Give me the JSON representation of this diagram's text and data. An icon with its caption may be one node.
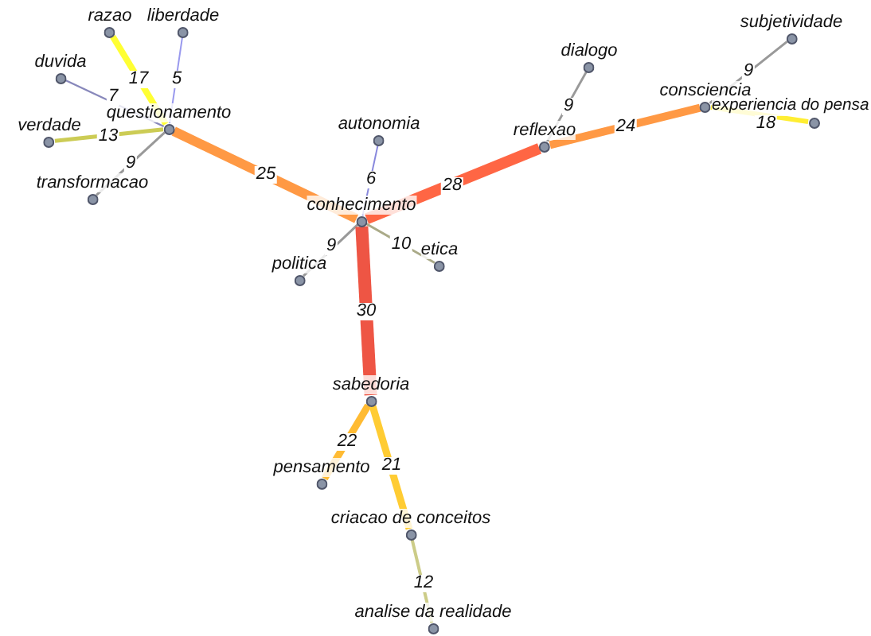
{
  "diagram": {
    "nodes": [
      {
        "text": [
          "razao"
        ]
      },
      {
        "text": [
          "liberdade"
        ]
      },
      {
        "text": [
          "subjetividade"
        ]
      },
      {
        "text": [
          "dialogo"
        ]
      },
      {
        "text": [
          "duvida"
        ]
      },
      {
        "text": [
          "consciencia"
        ]
      },
      {
        "text": [
          "experiencia do pensa"
        ]
      },
      {
        "text": [
          "questionamento"
        ]
      },
      {
        "text": [
          "autonomia"
        ]
      },
      {
        "text": [
          "verdade"
        ]
      },
      {
        "text": [
          "reflexao"
        ]
      },
      {
        "text": [
          "transformacao"
        ]
      },
      {
        "text": [
          "conhecimento"
        ]
      },
      {
        "text": [
          "etica"
        ]
      },
      {
        "text": [
          "politica"
        ]
      },
      {
        "text": [
          "sabedoria"
        ]
      },
      {
        "text": [
          "pensamento"
        ]
      },
      {
        "text": [
          "criacao de conceitos"
        ]
      },
      {
        "text": [
          "analise da realidade"
        ]
      }
    ],
    "edges": [
      {
        "from": 7,
        "to": 0,
        "arrow": "none",
        "label": "17",
        "style": "thick",
        "color": "#ffff33"
      },
      {
        "from": 7,
        "to": 1,
        "arrow": "none",
        "label": "5",
        "color": "#9999ee"
      },
      {
        "from": 7,
        "to": 4,
        "arrow": "none",
        "label": "7",
        "color": "#8888bb"
      },
      {
        "from": 7,
        "to": 9,
        "arrow": "none",
        "label": "13",
        "color": "#cccc55"
      },
      {
        "from": 7,
        "to": 11,
        "arrow": "none",
        "label": "9"
      },
      {
        "from": 7,
        "to": 12,
        "arrow": "none",
        "label": "25",
        "style": "thick",
        "color": "#ff9944"
      },
      {
        "from": 12,
        "to": 8,
        "arrow": "none",
        "label": "6",
        "color": "#8888dd"
      },
      {
        "from": 12,
        "to": 10,
        "arrow": "none",
        "label": "28",
        "style": "thick",
        "color": "#ff6644"
      },
      {
        "from": 12,
        "to": 14,
        "arrow": "none",
        "label": "9"
      },
      {
        "from": 12,
        "to": 13,
        "arrow": "none",
        "label": "10",
        "color": "#aaaa88"
      },
      {
        "from": 12,
        "to": 15,
        "arrow": "none",
        "label": "30",
        "style": "thick",
        "color": "#ee5544"
      },
      {
        "from": 10,
        "to": 3,
        "arrow": "none",
        "label": "9"
      },
      {
        "from": 10,
        "to": 5,
        "arrow": "none",
        "label": "24",
        "style": "thick",
        "color": "#ff9944"
      },
      {
        "from": 5,
        "to": 2,
        "arrow": "none",
        "label": "9"
      },
      {
        "from": 5,
        "to": 6,
        "arrow": "none",
        "label": "18",
        "color": "#ffee33"
      },
      {
        "from": 15,
        "to": 16,
        "arrow": "none",
        "label": "22",
        "style": "thick",
        "color": "#ffbb33"
      },
      {
        "from": 15,
        "to": 17,
        "arrow": "none",
        "label": "21",
        "style": "thick",
        "color": "#ffcc33"
      },
      {
        "from": 17,
        "to": 18,
        "arrow": "none",
        "label": "12",
        "color": "#cccc88"
      }
    ]
  }
}
